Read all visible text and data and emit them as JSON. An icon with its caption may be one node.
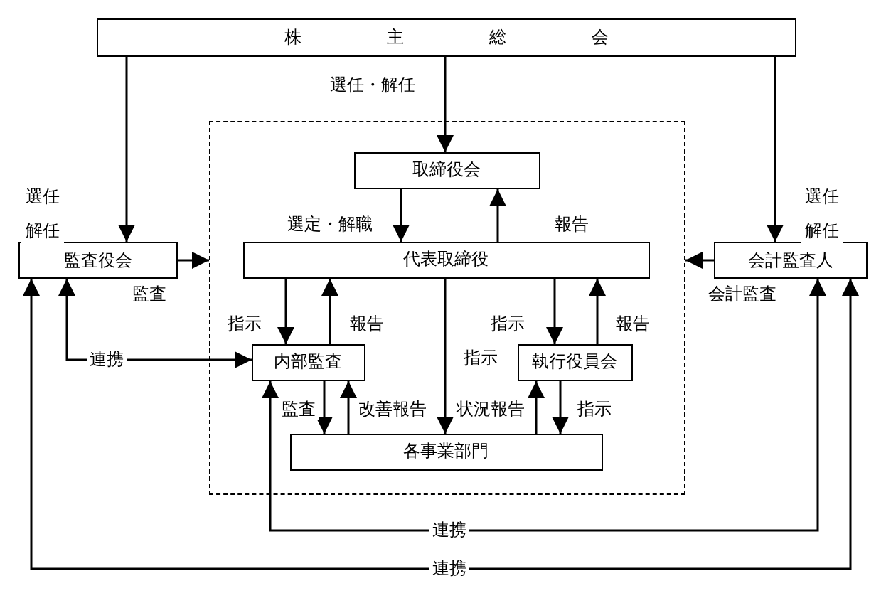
{
  "diagram": {
    "nodes": [
      {
        "text": [
          "株主総会"
        ]
      },
      {
        "text": [],
        "shape": "box"
      },
      {
        "text": [
          "取締役会"
        ],
        "in": 1
      },
      {
        "text": [
          "代表取締役"
        ],
        "in": 1
      },
      {
        "text": [
          "内部監査"
        ],
        "in": 1
      },
      {
        "text": [
          "執行役員会"
        ],
        "in": 1
      },
      {
        "text": [
          "各事業部門"
        ],
        "in": 1
      },
      {
        "text": [
          "監査役会"
        ]
      },
      {
        "text": [
          "会計監査人"
        ]
      }
    ],
    "edges": [
      {
        "from": 0,
        "to": 7,
        "arrow": "to",
        "label": "選任解任"
      },
      {
        "from": 0,
        "to": 2,
        "arrow": "to",
        "label": "選任・解任"
      },
      {
        "from": 0,
        "to": 8,
        "arrow": "to",
        "label": "選任解任"
      },
      {
        "from": 2,
        "to": 3,
        "arrow": "to",
        "label": "選定・解職"
      },
      {
        "from": 3,
        "to": 2,
        "arrow": "to",
        "label": "報告"
      },
      {
        "from": 7,
        "to": 1,
        "arrow": "to",
        "label": "監査"
      },
      {
        "from": 8,
        "to": 1,
        "arrow": "to",
        "label": "会計監査"
      },
      {
        "from": 3,
        "to": 4,
        "arrow": "to",
        "label": "指示"
      },
      {
        "from": 4,
        "to": 3,
        "arrow": "to",
        "label": "報告"
      },
      {
        "from": 3,
        "to": 6,
        "arrow": "to",
        "label": "指示"
      },
      {
        "from": 3,
        "to": 5,
        "arrow": "to",
        "label": "指示"
      },
      {
        "from": 5,
        "to": 3,
        "arrow": "to",
        "label": "報告"
      },
      {
        "from": 4,
        "to": 6,
        "arrow": "to",
        "label": "監査"
      },
      {
        "from": 6,
        "to": 4,
        "arrow": "to",
        "label": "改善報告"
      },
      {
        "from": 6,
        "to": 5,
        "arrow": "to",
        "label": "状況報告"
      },
      {
        "from": 5,
        "to": 6,
        "arrow": "to",
        "label": "指示"
      },
      {
        "from": 7,
        "to": 4,
        "arrow": "both",
        "label": "連携"
      },
      {
        "from": 4,
        "to": 8,
        "arrow": "both",
        "label": "連携"
      },
      {
        "from": 7,
        "to": 8,
        "arrow": "both",
        "label": "連携"
      }
    ]
  }
}
